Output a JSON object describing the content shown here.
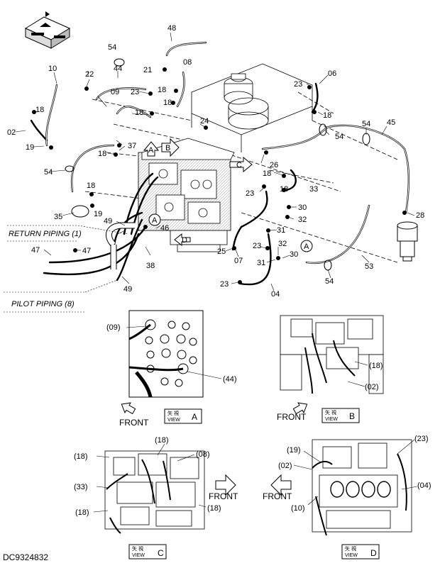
{
  "document_code": "DC9324832",
  "main_labels": {
    "p48": "48",
    "p54a": "54",
    "p44": "44",
    "p21": "21",
    "p08": "08",
    "p10": "10",
    "p22": "22",
    "p09": "09",
    "p23a": "23",
    "p18a": "18",
    "p18b": "18",
    "p18c": "18",
    "p18d": "18",
    "p02": "02",
    "p19a": "19",
    "p37": "37",
    "p18e": "18",
    "p24": "24",
    "p23b": "23",
    "p06": "06",
    "p18f": "18",
    "p54b": "54",
    "p54c": "54",
    "p45": "45",
    "p54d": "54",
    "p18g": "18",
    "p19b": "19",
    "p35": "35",
    "p26": "26",
    "p18h": "18",
    "p18i": "18",
    "p23c": "23",
    "p33": "33",
    "p30a": "30",
    "p32a": "32",
    "p28": "28",
    "p49a": "49",
    "p46": "46",
    "p31a": "31",
    "p47a": "47",
    "p47b": "47",
    "p25": "25",
    "p07": "07",
    "p23d": "23",
    "p32b": "32",
    "p30b": "30",
    "p31b": "31",
    "p38": "38",
    "p53": "53",
    "p54e": "54",
    "p49b": "49",
    "p23e": "23",
    "p04": "04"
  },
  "view_markers": {
    "a": "A",
    "b": "B",
    "c": "C",
    "d": "D",
    "a2": "A",
    "a3": "A",
    "d2": "D"
  },
  "notes": {
    "return_piping": "RETURN PIPING (1)",
    "pilot_piping": "PILOT PIPING (8)"
  },
  "detail_views": [
    {
      "letter": "A",
      "view_word": "VIEW",
      "kanji": "矢 視",
      "front": "FRONT",
      "callouts": {
        "c1": "(09)",
        "c2": "(44)"
      }
    },
    {
      "letter": "B",
      "view_word": "VIEW",
      "kanji": "矢 視",
      "front": "FRONT",
      "callouts": {
        "c1": "(18)",
        "c2": "(02)"
      }
    },
    {
      "letter": "C",
      "view_word": "VIEW",
      "kanji": "矢 視",
      "front": "FRONT",
      "callouts": {
        "c1": "(18)",
        "c2": "(18)",
        "c3": "(08)",
        "c4": "(33)",
        "c5": "(18)",
        "c6": "(18)"
      }
    },
    {
      "letter": "D",
      "view_word": "VIEW",
      "kanji": "矢 視",
      "front": "FRONT",
      "callouts": {
        "c1": "(19)",
        "c2": "(23)",
        "c3": "(02)",
        "c4": "(04)",
        "c5": "(10)"
      }
    }
  ]
}
